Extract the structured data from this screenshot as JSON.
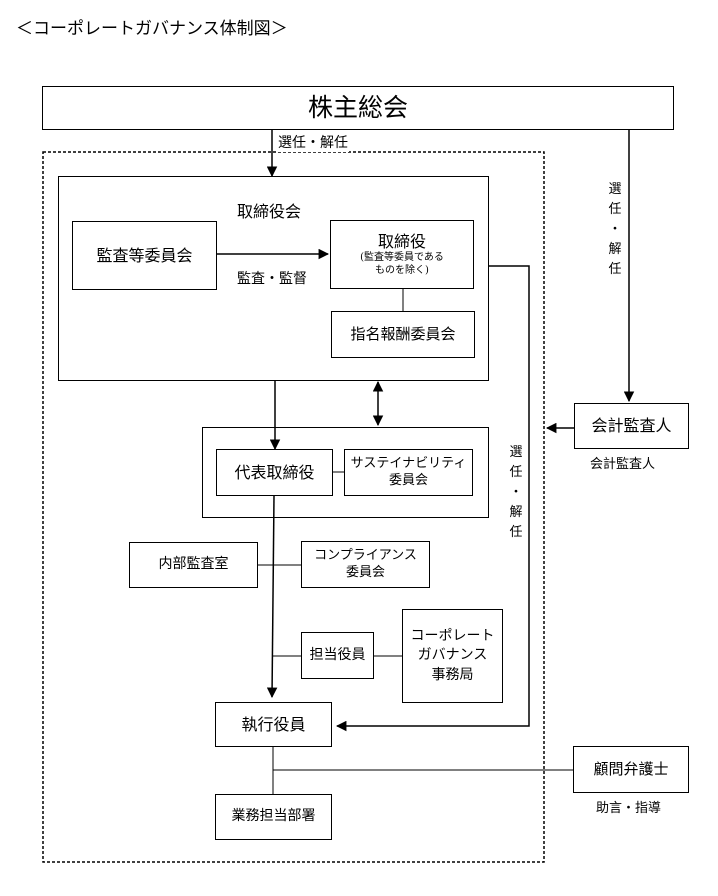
{
  "title": "＜コーポレートガバナンス体制図＞",
  "shareholders": "株主総会",
  "appoint_top": "選任・解任",
  "appoint_right_vertical": "選\n任\n・\n解\n任",
  "appoint_mid_vertical": "選\n任\n・\n解\n任",
  "board": {
    "title": "取締役会",
    "audit_committee": "監査等委員会",
    "audit_label": "監査・監督",
    "directors_title": "取締役",
    "directors_note_1": "(監査等委員である",
    "directors_note_2": "ものを除く)",
    "nomination_committee": "指名報酬委員会"
  },
  "executive": {
    "representative": "代表取締役",
    "sustainability_1": "サステイナビリティ",
    "sustainability_2": "委員会"
  },
  "internal_audit": "内部監査室",
  "compliance_1": "コンプライアンス",
  "compliance_2": "委員会",
  "officer_in_charge": "担当役員",
  "cg_office_1": "コーポレート",
  "cg_office_2": "ガバナンス",
  "cg_office_3": "事務局",
  "executive_officers": "執行役員",
  "business_depts": "業務担当部署",
  "accounting_auditor_box": "会計監査人",
  "accounting_auditor_label": "会計監査人",
  "legal_counsel_box": "顧問弁護士",
  "legal_counsel_label": "助言・指導"
}
